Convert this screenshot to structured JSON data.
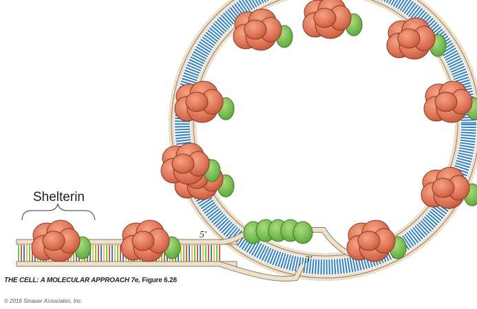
{
  "labels": {
    "shelterin": "Shelterin",
    "five_prime": "5′",
    "three_prime": "3′"
  },
  "caption": {
    "book": "THE CELL: A MOLECULAR APPROACH 7e",
    "figure": "Figure 6.28",
    "copyright": "© 2016 Sinauer Associates, Inc."
  },
  "colors": {
    "strand_fill": "#efe0c8",
    "strand_edge": "#8a7a68",
    "protein_fill": "#e0775a",
    "protein_edge": "#8a3a22",
    "protein_green": "#7cc350",
    "protein_green_edge": "#3d7a24",
    "base_colors": [
      "#2e7fd0",
      "#f2c230",
      "#7cc350",
      "#e05a3a"
    ]
  }
}
